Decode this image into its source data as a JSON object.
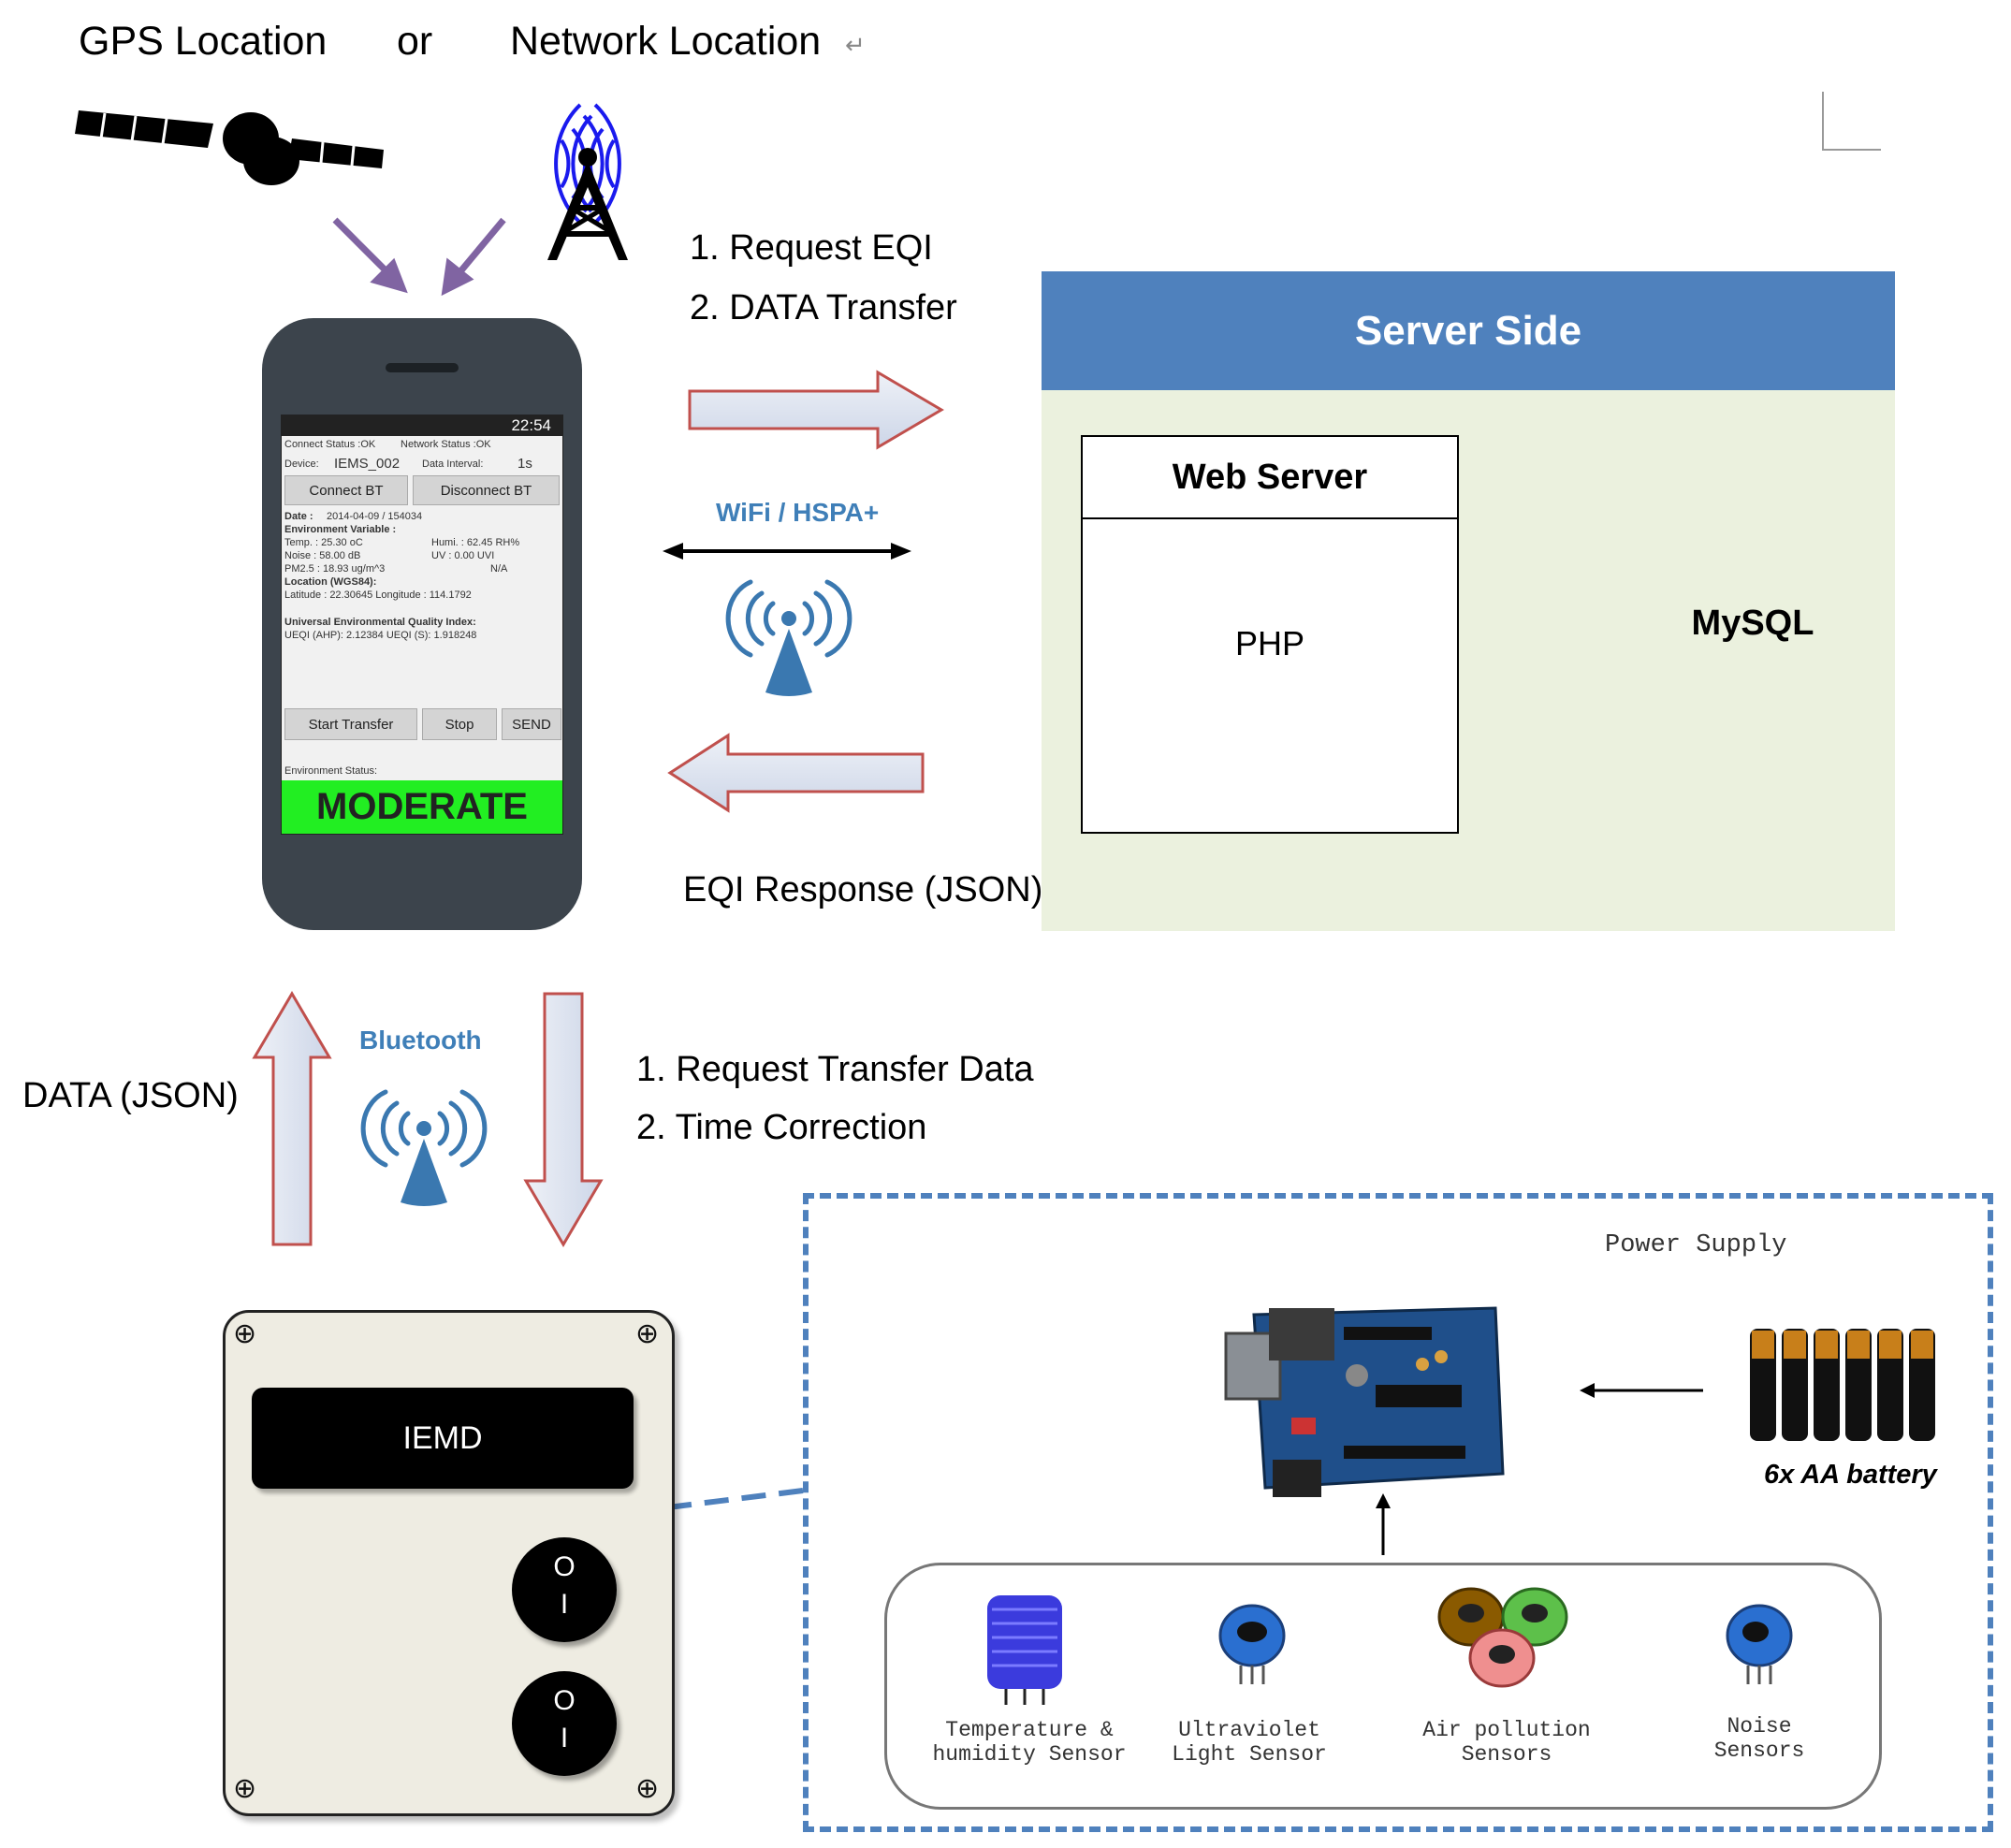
{
  "location": {
    "gps_label": "GPS Location",
    "or_label": "or",
    "network_label": "Network Location"
  },
  "top_link": {
    "request_eqi": "1. Request EQI",
    "data_transfer": "2. DATA Transfer",
    "wifi_label": "WiFi / HSPA+",
    "eqi_response": "EQI Response  (JSON)"
  },
  "server": {
    "header": "Server Side",
    "web_server": "Web Server",
    "php": "PHP",
    "mysql": "MySQL"
  },
  "phone": {
    "clock": "22:54",
    "connect_status": "Connect Status :OK",
    "network_status": "Network Status :OK",
    "device_label": "Device:",
    "device_value": "IEMS_002",
    "data_interval_label": "Data Interval:",
    "data_interval_value": "1s",
    "connect_bt": "Connect BT",
    "disconnect_bt": "Disconnect BT",
    "date_label": "Date :",
    "date_value": "2014-04-09 / 154034",
    "env_variable": "Environment Variable :",
    "temp_row": "Temp. :    25.30   oC",
    "humi_row": "Humi. :    62.45   RH%",
    "noise_row": "Noise  :    58.00   dB",
    "uv_row": "UV    :    0.00    UVI",
    "pm_row": "PM2.5  :    18.93   ug/m^3",
    "na": "N/A",
    "location_label": "Location (WGS84):",
    "latlon": "Latitude :  22.30645  Longitude : 114.1792",
    "ueqi_title": "Universal Environmental Quality Index:",
    "ueqi_values": "UEQI (AHP):  2.12384    UEQI (S):    1.918248",
    "start_transfer": "Start Transfer",
    "stop": "Stop",
    "send": "SEND",
    "env_status": "Environment Status:",
    "status_value": "MODERATE"
  },
  "bottom_link": {
    "data_json": "DATA (JSON)",
    "bluetooth": "Bluetooth",
    "request_transfer": "1. Request Transfer Data",
    "time_correction": "2. Time Correction"
  },
  "device": {
    "display": "IEMD",
    "knob_top": "O",
    "knob_bottom": "I"
  },
  "hardware": {
    "power_supply": "Power Supply",
    "battery": "6x AA battery",
    "sensors": [
      {
        "line1": "Temperature &",
        "line2": "humidity Sensor"
      },
      {
        "line1": "Ultraviolet",
        "line2": "Light Sensor"
      },
      {
        "line1": "Air pollution",
        "line2": "Sensors"
      },
      {
        "line1": "Noise",
        "line2": "Sensors"
      }
    ]
  },
  "colors": {
    "server_header": "#4f81bd",
    "server_body": "#ebf1de",
    "arrow_fill": "#dde3ee",
    "arrow_stroke": "#c0504d",
    "purple": "#8064a2",
    "dashed_blue": "#4f81bd",
    "wifi_blue": "#3a78b0",
    "moderate_green": "#22ee22"
  }
}
